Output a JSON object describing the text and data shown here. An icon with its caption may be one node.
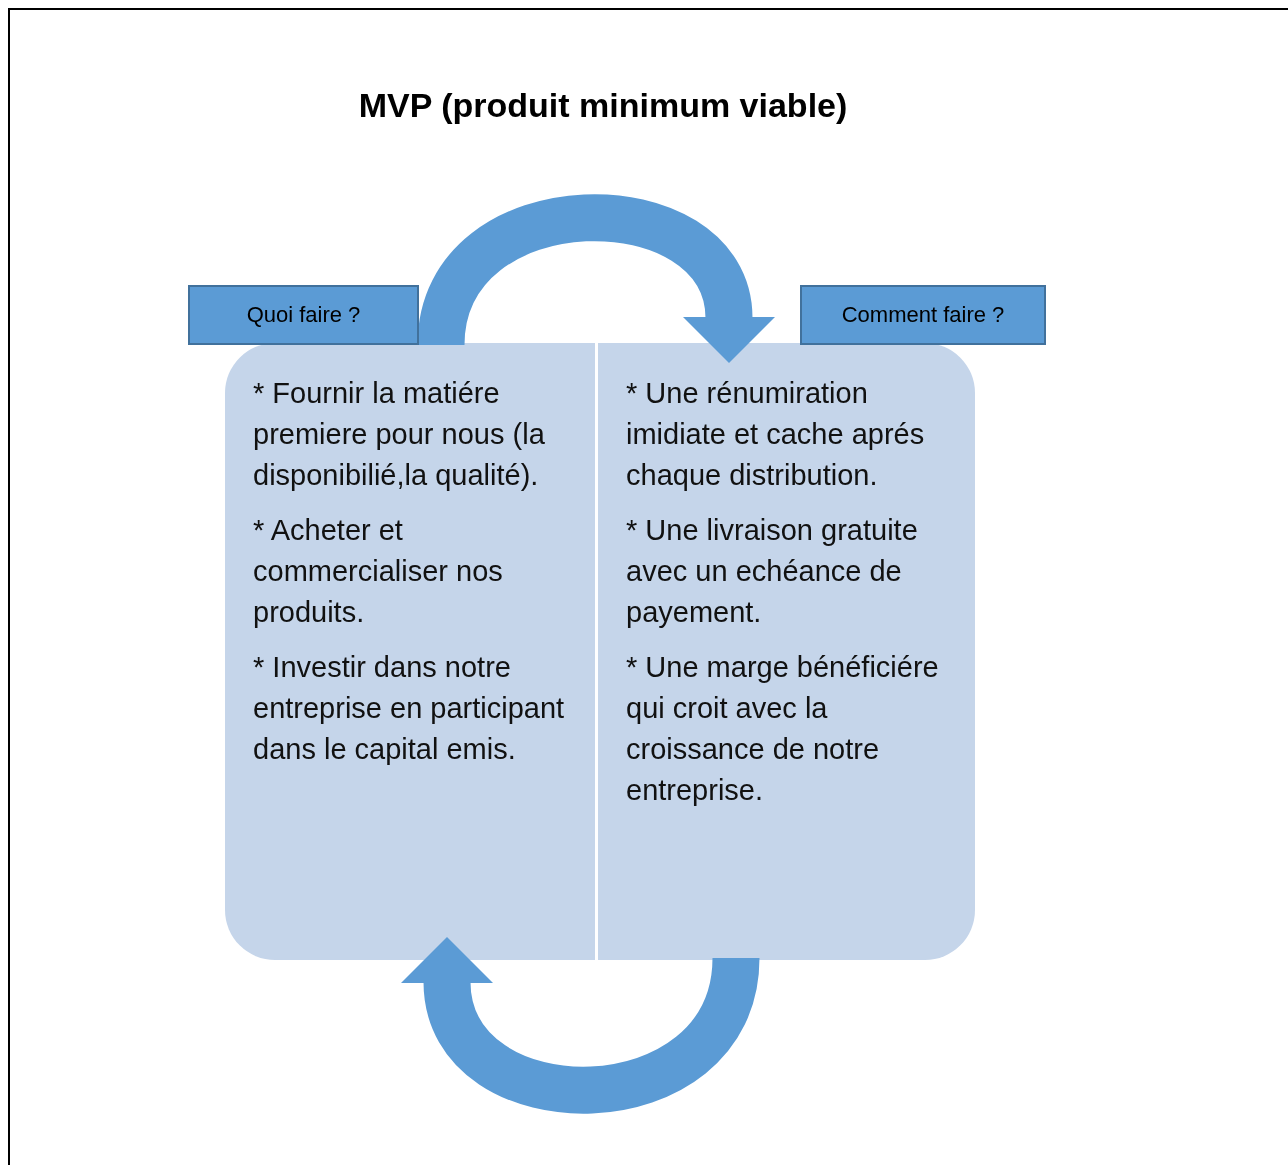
{
  "diagram": {
    "title": "MVP (produit minimum viable)",
    "nodes": [
      {
        "text": [
          "Quoi faire ?"
        ]
      },
      {
        "text": [
          "Comment faire ?"
        ]
      },
      {
        "text": [
          "* Fournir la matiére premiere pour nous (la disponibilié,la qualité).",
          "* Acheter et commercialiser nos produits.",
          "* Investir dans notre entreprise en participant dans le capital emis."
        ]
      },
      {
        "text": [
          "* Une rénumiration imidiate et cache aprés chaque distribution.",
          "* Une livraison gratuite avec un echéance de payement.",
          "* Une marge bénéficiére qui croit avec la croissance de notre entreprise."
        ]
      }
    ],
    "edges": [
      {
        "from": 2,
        "to": 3,
        "arrow": "to"
      },
      {
        "from": 3,
        "to": 2,
        "arrow": "to"
      }
    ]
  }
}
